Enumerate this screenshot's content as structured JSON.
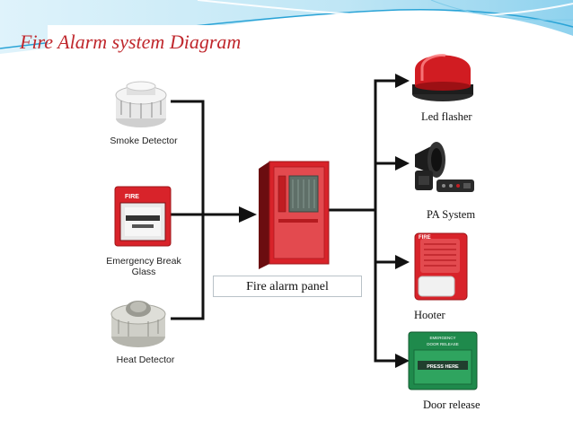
{
  "title": "Fire Alarm system Diagram",
  "inputs": [
    {
      "label": "Smoke Detector",
      "icon": "smoke-detector-icon"
    },
    {
      "label": "Emergency Break Glass",
      "label_lines": [
        "Emergency Break",
        "Glass"
      ],
      "icon": "break-glass-icon",
      "device_text": "FIRE"
    },
    {
      "label": "Heat Detector",
      "icon": "heat-detector-icon"
    }
  ],
  "panel": {
    "label": "Fire alarm panel",
    "icon": "fire-alarm-panel-icon"
  },
  "outputs": [
    {
      "label": "Led flasher",
      "icon": "led-flasher-icon"
    },
    {
      "label": "PA System",
      "icon": "pa-system-icon"
    },
    {
      "label": "Hooter",
      "icon": "hooter-icon",
      "device_text": "FIRE"
    },
    {
      "label": "Door release",
      "icon": "door-release-icon",
      "device_text": [
        "EMERGENCY",
        "DOOR RELEASE",
        "PRESS HERE"
      ]
    }
  ],
  "colors": {
    "title": "#c0282d",
    "accent_wave": "#29a3d6",
    "line": "#111111",
    "device_red": "#d8232a"
  }
}
